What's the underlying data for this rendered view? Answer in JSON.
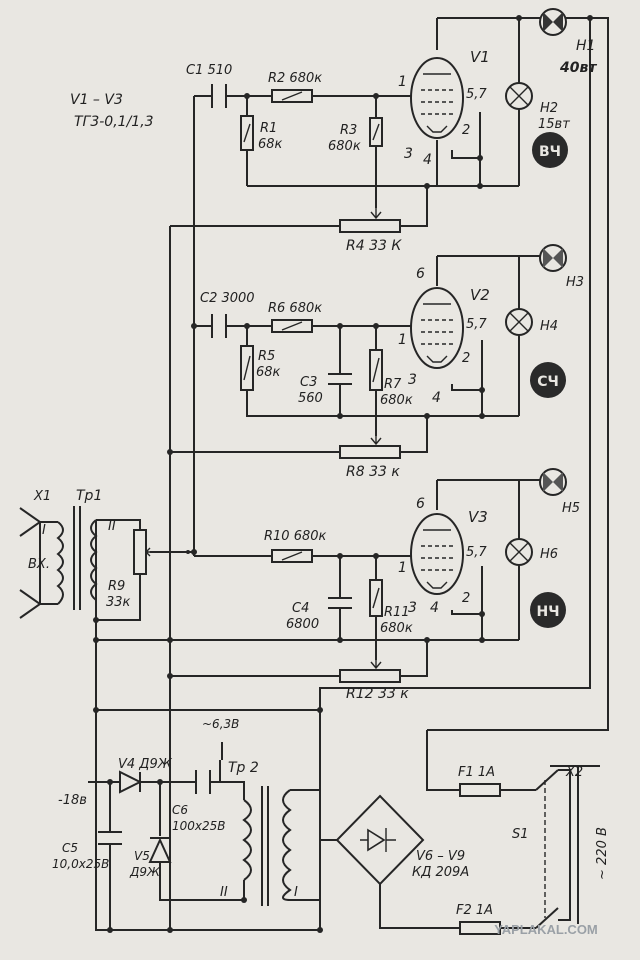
{
  "tubes": {
    "note_line1": "V1 – V3",
    "note_line2": "ТГ3-0,1/1,3",
    "v1": {
      "name": "V1",
      "pin_a": "1",
      "pin_b": "5,7",
      "pin_c": "2",
      "pin_d": "3",
      "pin_e": "4"
    },
    "v2": {
      "name": "V2",
      "pin_top": "6",
      "pin_a": "1",
      "pin_b": "5,7",
      "pin_c": "2",
      "pin_d": "3",
      "pin_e": "4"
    },
    "v3": {
      "name": "V3",
      "pin_top": "6",
      "pin_a": "1",
      "pin_b": "5,7",
      "pin_c": "2",
      "pin_d": "3",
      "pin_e": "4"
    }
  },
  "components": {
    "c1": "C1 510",
    "r2": "R2 680к",
    "r1_name": "R1",
    "r1_val": "68к",
    "r3_name": "R3",
    "r3_val": "680к",
    "r4": "R4 33 К",
    "c2": "C2 3000",
    "r6": "R6 680к",
    "r5_name": "R5",
    "r5_val": "68к",
    "c3_name": "C3",
    "c3_val": "560",
    "r7_name": "R7",
    "r7_val": "680к",
    "r8": "R8 33 к",
    "r10": "R10 680к",
    "c4_name": "C4",
    "c4_val": "6800",
    "r11_name": "R11",
    "r11_val": "680к",
    "r12": "R12 33 к",
    "x1": "X1",
    "tr1": "Тр1",
    "tr1_w1": "I",
    "tr1_w2": "II",
    "input": "ВХ.",
    "r9_name": "R9",
    "r9_val": "33к",
    "v4": "V4 Д9Ж",
    "v5_name": "V5",
    "v5_type": "Д9Ж",
    "c6_name": "C6",
    "c6_val": "100x25В",
    "c5_name": "C5",
    "c5_val": "10,0x25В",
    "supply_18": "-18в",
    "supply_63": "~6,3В",
    "tr2": "Тр 2",
    "tr2_w1": "I",
    "tr2_w2": "II",
    "bridge_name": "V6 – V9",
    "bridge_type": "КД 209А",
    "f1": "F1 1А",
    "f2": "F2 1А",
    "s1": "S1",
    "x2": "X2",
    "mains": "~ 220 В"
  },
  "lamps": {
    "h1_name": "H1",
    "h1_power": "40вт",
    "h2_name": "H2",
    "h2_power": "15вт",
    "h3": "H3",
    "h4": "H4",
    "h5": "H5",
    "h6": "H6",
    "band_high": "ВЧ",
    "band_mid": "СЧ",
    "band_low": "НЧ"
  },
  "watermark": "YAPLAKAL.COM"
}
